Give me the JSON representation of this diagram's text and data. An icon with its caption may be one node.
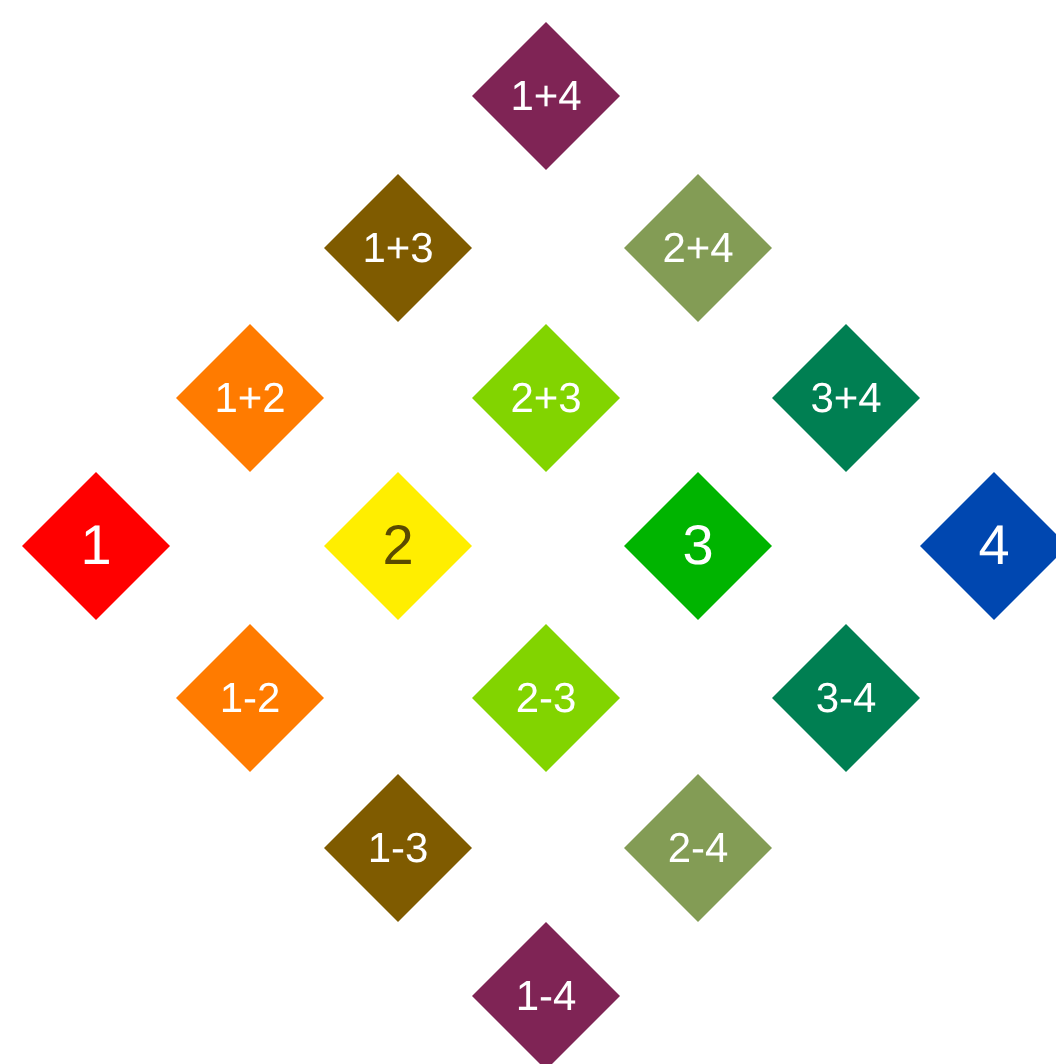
{
  "diagram": {
    "nodes": [
      {
        "text": [
          "1+4"
        ]
      },
      {
        "text": [
          "1+3"
        ]
      },
      {
        "text": [
          "2+4"
        ]
      },
      {
        "text": [
          "1+2"
        ]
      },
      {
        "text": [
          "2+3"
        ]
      },
      {
        "text": [
          "3+4"
        ]
      },
      {
        "text": [
          "1"
        ]
      },
      {
        "text": [
          "2"
        ]
      },
      {
        "text": [
          "3"
        ]
      },
      {
        "text": [
          "4"
        ]
      },
      {
        "text": [
          "1-2"
        ]
      },
      {
        "text": [
          "2-3"
        ]
      },
      {
        "text": [
          "3-4"
        ]
      },
      {
        "text": [
          "1-3"
        ]
      },
      {
        "text": [
          "2-4"
        ]
      },
      {
        "text": [
          "1-4"
        ]
      }
    ]
  }
}
